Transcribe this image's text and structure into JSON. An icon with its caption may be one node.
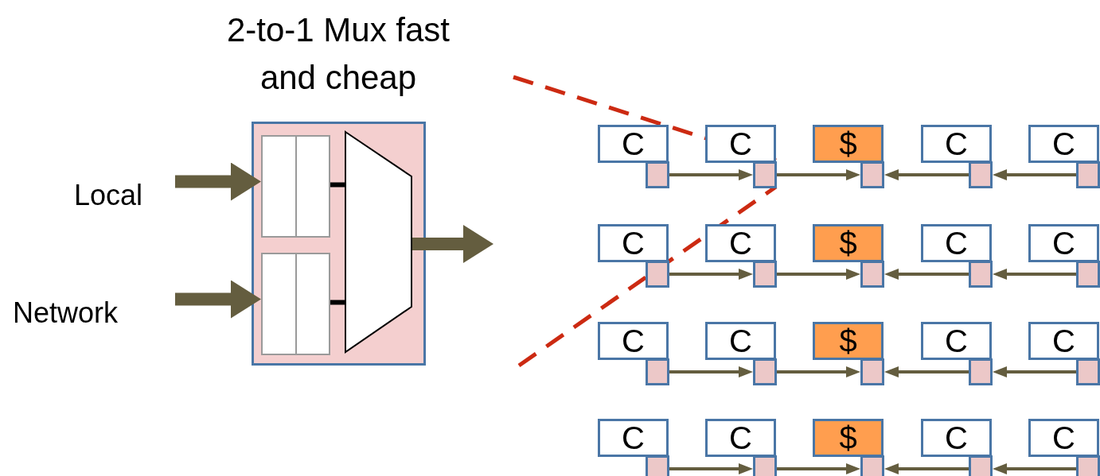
{
  "diagram": {
    "title": "2-to-1 Mux fast and cheap",
    "nodes": [
      {
        "text": [
          "Local"
        ]
      },
      {
        "text": [
          "Network"
        ]
      },
      {
        "text": [],
        "shape": "box"
      },
      {
        "text": [],
        "shape": "box",
        "in": 2
      },
      {
        "text": [],
        "shape": "box",
        "in": 2
      },
      {
        "text": [],
        "shape": "trapezoid",
        "in": 2
      },
      {
        "text": [
          "C"
        ]
      },
      {
        "text": [
          "C"
        ]
      },
      {
        "text": [
          "$"
        ]
      },
      {
        "text": [
          "C"
        ]
      },
      {
        "text": [
          "C"
        ]
      },
      {
        "text": [],
        "shape": "box"
      },
      {
        "text": [],
        "shape": "box"
      },
      {
        "text": [],
        "shape": "box"
      },
      {
        "text": [],
        "shape": "box"
      },
      {
        "text": [],
        "shape": "box"
      },
      {
        "text": [
          "C"
        ]
      },
      {
        "text": [
          "C"
        ]
      },
      {
        "text": [
          "$"
        ]
      },
      {
        "text": [
          "C"
        ]
      },
      {
        "text": [
          "C"
        ]
      },
      {
        "text": [],
        "shape": "box"
      },
      {
        "text": [],
        "shape": "box"
      },
      {
        "text": [],
        "shape": "box"
      },
      {
        "text": [],
        "shape": "box"
      },
      {
        "text": [],
        "shape": "box"
      },
      {
        "text": [
          "C"
        ]
      },
      {
        "text": [
          "C"
        ]
      },
      {
        "text": [
          "$"
        ]
      },
      {
        "text": [
          "C"
        ]
      },
      {
        "text": [
          "C"
        ]
      },
      {
        "text": [],
        "shape": "box"
      },
      {
        "text": [],
        "shape": "box"
      },
      {
        "text": [],
        "shape": "box"
      },
      {
        "text": [],
        "shape": "box"
      },
      {
        "text": [],
        "shape": "box"
      },
      {
        "text": [
          "C"
        ]
      },
      {
        "text": [
          "C"
        ]
      },
      {
        "text": [
          "$"
        ]
      },
      {
        "text": [
          "C"
        ]
      },
      {
        "text": [
          "C"
        ]
      },
      {
        "text": [],
        "shape": "box"
      },
      {
        "text": [],
        "shape": "box"
      },
      {
        "text": [],
        "shape": "box"
      },
      {
        "text": [],
        "shape": "box"
      },
      {
        "text": [],
        "shape": "box"
      }
    ],
    "edges": [
      {
        "from": 0,
        "to": 3,
        "arrow": "to",
        "style": "thick"
      },
      {
        "from": 1,
        "to": 4,
        "arrow": "to",
        "style": "thick"
      },
      {
        "from": 3,
        "to": 5,
        "arrow": "none",
        "color": "#000000"
      },
      {
        "from": 4,
        "to": 5,
        "arrow": "none",
        "color": "#000000"
      },
      {
        "from": 5,
        "to": null,
        "arrow": "to",
        "style": "thick"
      },
      {
        "from": null,
        "to": 12,
        "arrow": "none",
        "style": "dashed",
        "color": "#cc2a12"
      },
      {
        "from": null,
        "to": 12,
        "arrow": "none",
        "style": "dashed",
        "color": "#cc2a12"
      },
      {
        "from": 11,
        "to": 12,
        "arrow": "to"
      },
      {
        "from": 12,
        "to": 13,
        "arrow": "to"
      },
      {
        "from": 15,
        "to": 14,
        "arrow": "to"
      },
      {
        "from": 14,
        "to": 13,
        "arrow": "to"
      },
      {
        "from": 21,
        "to": 22,
        "arrow": "to"
      },
      {
        "from": 22,
        "to": 23,
        "arrow": "to"
      },
      {
        "from": 25,
        "to": 24,
        "arrow": "to"
      },
      {
        "from": 24,
        "to": 23,
        "arrow": "to"
      },
      {
        "from": 31,
        "to": 32,
        "arrow": "to"
      },
      {
        "from": 32,
        "to": 33,
        "arrow": "to"
      },
      {
        "from": 35,
        "to": 34,
        "arrow": "to"
      },
      {
        "from": 34,
        "to": 33,
        "arrow": "to"
      },
      {
        "from": 41,
        "to": 42,
        "arrow": "to"
      },
      {
        "from": 42,
        "to": 43,
        "arrow": "to"
      },
      {
        "from": 45,
        "to": 44,
        "arrow": "to"
      },
      {
        "from": 44,
        "to": 43,
        "arrow": "to"
      }
    ]
  }
}
